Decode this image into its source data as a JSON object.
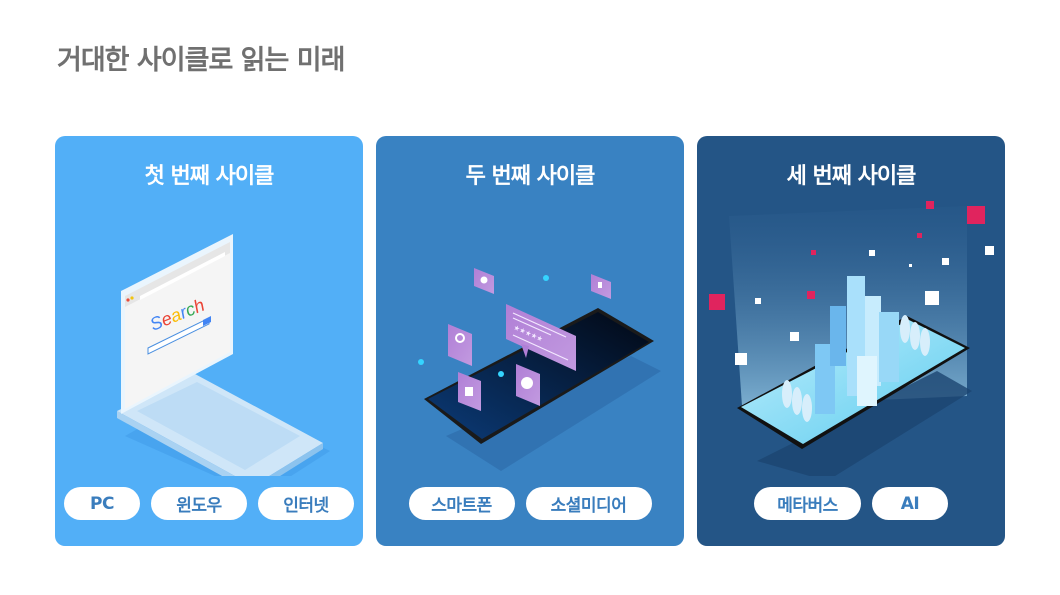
{
  "page": {
    "title": "거대한 사이클로 읽는 미래"
  },
  "colors": {
    "title_text": "#707070",
    "card1_bg": "#52aff7",
    "card2_bg": "#3982c2",
    "card3_bg": "#245586",
    "tag_bg": "#ffffff",
    "tag_text": "#3a7dbd"
  },
  "cards": [
    {
      "title": "첫 번째 사이클",
      "illustration": "laptop-search-illustration",
      "illustration_text": "Search",
      "tags": [
        {
          "label": "PC",
          "width": 76
        },
        {
          "label": "윈도우",
          "width": 96
        },
        {
          "label": "인터넷",
          "width": 96
        }
      ]
    },
    {
      "title": "두 번째 사이클",
      "illustration": "smartphone-social-illustration",
      "tags": [
        {
          "label": "스마트폰",
          "width": 106
        },
        {
          "label": "소셜미디어",
          "width": 126
        }
      ]
    },
    {
      "title": "세 번째 사이클",
      "illustration": "smartphone-city-hologram-illustration",
      "tags": [
        {
          "label": "메타버스",
          "width": 107
        },
        {
          "label": "AI",
          "width": 76
        }
      ]
    }
  ]
}
